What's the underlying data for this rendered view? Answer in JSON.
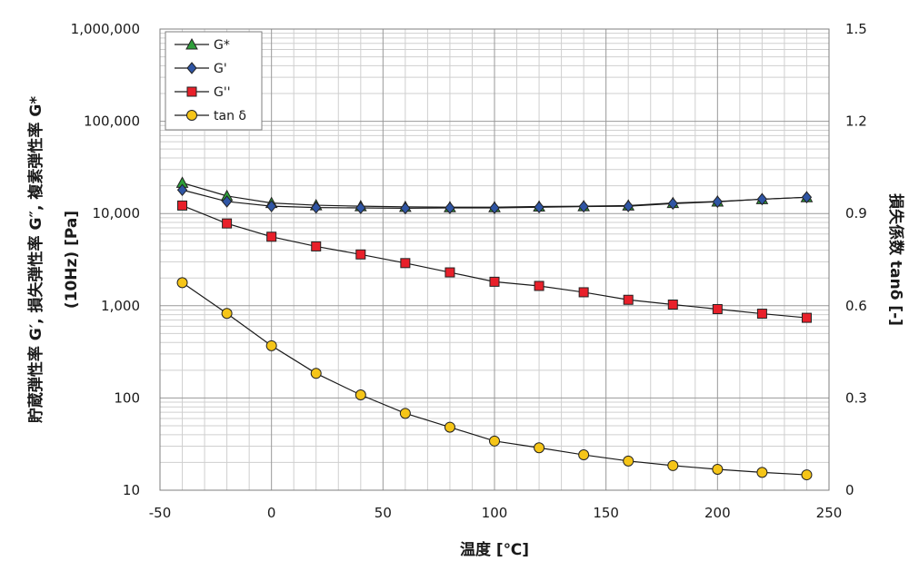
{
  "chart_data": {
    "type": "line",
    "title": "",
    "xlabel": "温度 [℃]",
    "ylabel_left": "貯蔵弾性率 G′, 損失弾性率 G″, 複素弾性率 G* (10Hz) [Pa]",
    "ylabel_left_line1": "貯蔵弾性率 G′, 損失弾性率 G″, 複素弾性率 G*",
    "ylabel_left_line2": "(10Hz) [Pa]",
    "ylabel_right": "損失係数 tanδ [-]",
    "xlim": [
      -50,
      250
    ],
    "ylim_left": [
      10,
      1000000
    ],
    "ylim_right": [
      0,
      1.5
    ],
    "yscale_left": "log",
    "grid": true,
    "legend_position": "top-left",
    "x_ticks": [
      "-50",
      "0",
      "50",
      "100",
      "150",
      "200",
      "250"
    ],
    "y_left_ticks": [
      "10",
      "100",
      "1,000",
      "10,000",
      "100,000",
      "1,000,000"
    ],
    "y_right_ticks": [
      "0",
      "0.3",
      "0.6",
      "0.9",
      "1.2",
      "1.5"
    ],
    "x": [
      -40,
      -20,
      0,
      20,
      40,
      60,
      80,
      100,
      120,
      140,
      160,
      180,
      200,
      220,
      240
    ],
    "series": [
      {
        "name": "G*",
        "axis": "left",
        "marker": "triangle",
        "color": "#2e9e3a",
        "values": [
          21500,
          15500,
          13000,
          12300,
          12000,
          11800,
          11700,
          11700,
          11900,
          12000,
          12200,
          13000,
          13500,
          14300,
          15000
        ]
      },
      {
        "name": "G'",
        "axis": "left",
        "marker": "diamond",
        "color": "#2f55a4",
        "values": [
          18000,
          13500,
          12000,
          11600,
          11500,
          11400,
          11500,
          11500,
          11700,
          11900,
          12000,
          12800,
          13400,
          14300,
          15000
        ]
      },
      {
        "name": "G''",
        "axis": "left",
        "marker": "square",
        "color": "#e8202a",
        "values": [
          12200,
          7800,
          5600,
          4400,
          3600,
          2900,
          2300,
          1820,
          1640,
          1400,
          1160,
          1030,
          920,
          820,
          740
        ]
      },
      {
        "name": "tan δ",
        "axis": "right",
        "marker": "circle",
        "color": "#f5c518",
        "values": [
          0.675,
          0.575,
          0.47,
          0.38,
          0.31,
          0.25,
          0.205,
          0.16,
          0.138,
          0.115,
          0.095,
          0.08,
          0.068,
          0.058,
          0.05
        ]
      }
    ]
  }
}
